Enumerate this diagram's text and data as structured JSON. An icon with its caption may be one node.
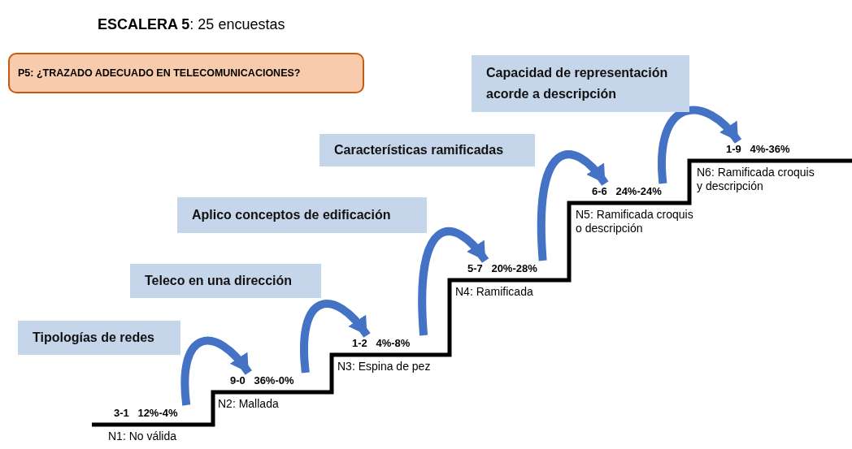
{
  "diagram": {
    "title": "**ESCALERA 5**: 25 encuestas",
    "nodes": [
      {
        "text": [
          "P5: ¿TRAZADO ADECUADO EN TELECOMUNICACIONES?"
        ]
      },
      {
        "text": [
          "Capacidad de representación acorde a descripción"
        ]
      },
      {
        "text": [
          "Características ramificadas"
        ]
      },
      {
        "text": [
          "Aplico conceptos de edificación"
        ]
      },
      {
        "text": [
          "Teleco en una dirección"
        ]
      },
      {
        "text": [
          "Tipologías de redes"
        ]
      },
      {
        "text": [
          "N1: No válida"
        ],
        "beside": [
          "3-1 12%-4%"
        ]
      },
      {
        "text": [
          "N2: Mallada"
        ],
        "beside": [
          "9-0 36%-0%"
        ]
      },
      {
        "text": [
          "N3: Espina de pez"
        ],
        "beside": [
          "1-2 4%-8%"
        ]
      },
      {
        "text": [
          "N4: Ramificada"
        ],
        "beside": [
          "5-7 20%-28%"
        ]
      },
      {
        "text": [
          "N5: Ramificada croquis o descripción"
        ],
        "beside": [
          "6-6 24%-24%"
        ]
      },
      {
        "text": [
          "N6: Ramificada croquis y descripción"
        ],
        "beside": [
          "1-9 4%-36%"
        ]
      }
    ],
    "edges": [
      {
        "from": 6,
        "to": 7,
        "arrow": "to"
      },
      {
        "from": 7,
        "to": 8,
        "arrow": "to"
      },
      {
        "from": 8,
        "to": 9,
        "arrow": "to"
      },
      {
        "from": 9,
        "to": 10,
        "arrow": "to"
      },
      {
        "from": 10,
        "to": 11,
        "arrow": "to"
      }
    ]
  }
}
